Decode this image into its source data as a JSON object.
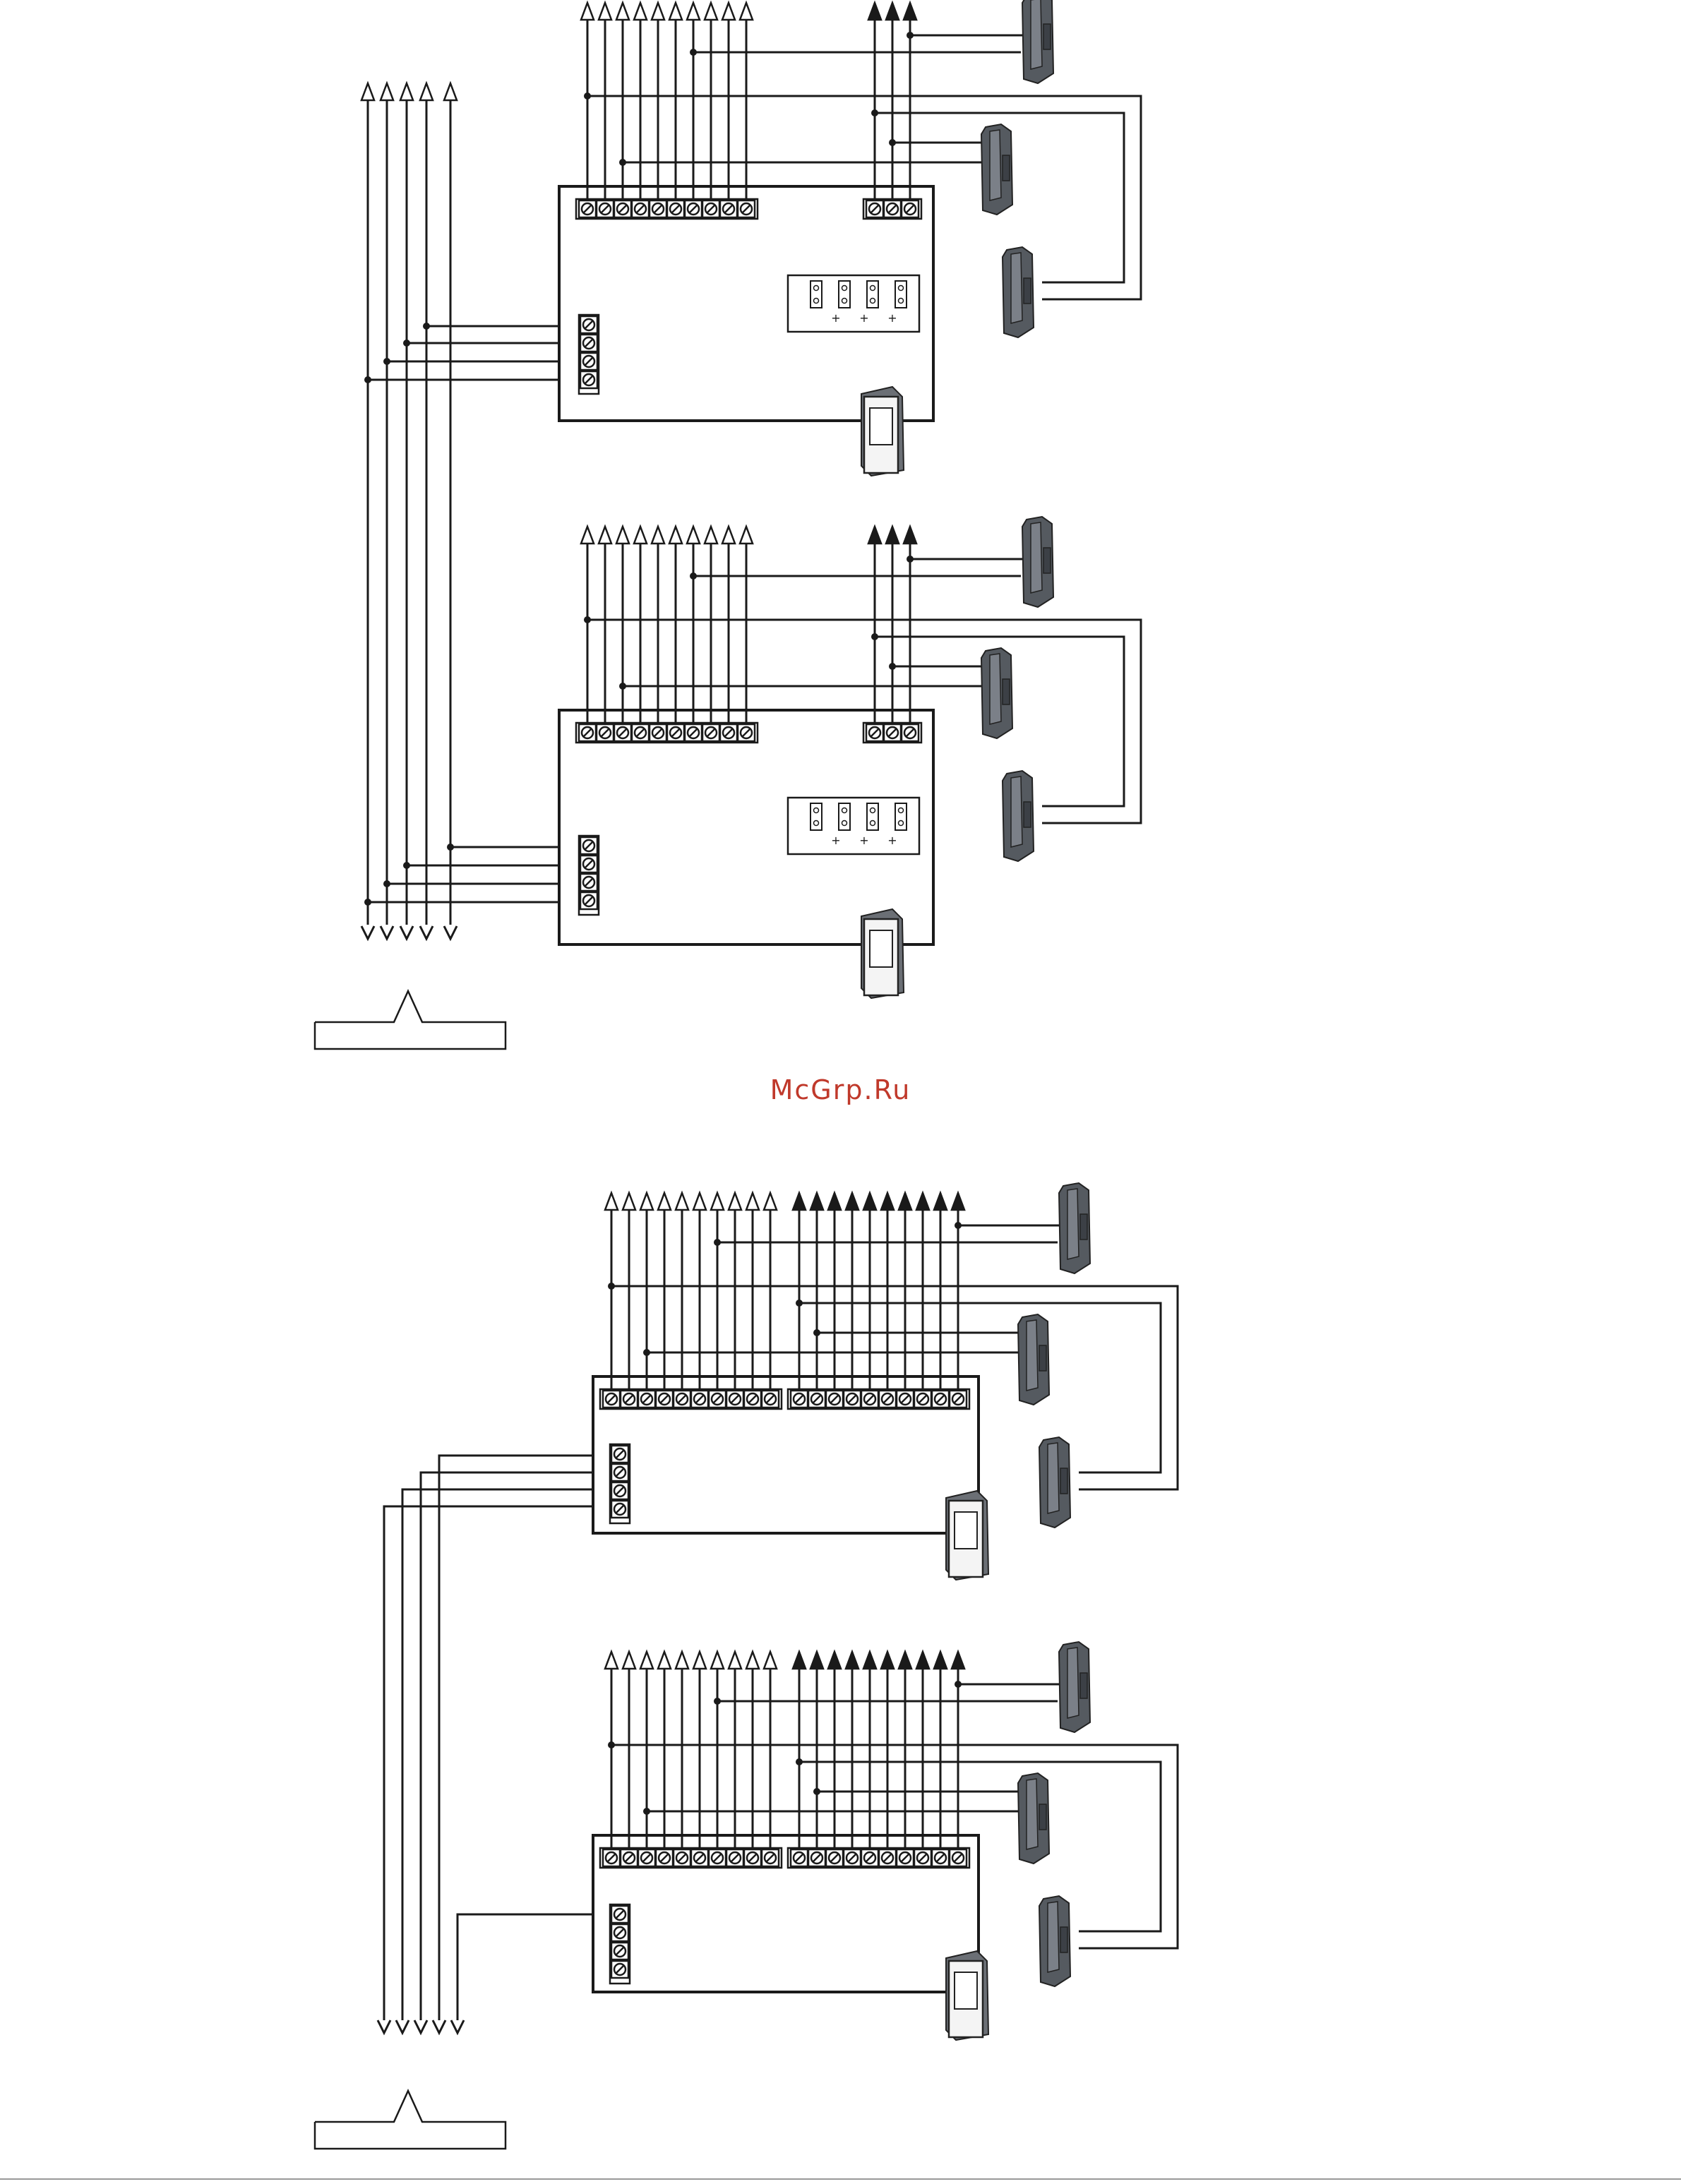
{
  "watermark": {
    "text": "McGrp.Ru",
    "color": "#c0392b"
  },
  "colors": {
    "line": "#1a1a1a",
    "handset": "#555a60",
    "bottom_rule": "#999999"
  },
  "icons": {
    "handset": "intercom-handset-icon",
    "monitor": "video-monitor-icon",
    "power_block": "power-supply-block",
    "terminal": "screw-terminal-icon",
    "input_arrow": "open-arrow-icon",
    "output_arrow": "filled-arrow-icon"
  },
  "diagrams": [
    {
      "id": "scheme-1",
      "units": 2,
      "open_terminals": 10,
      "filled_terminals": 3,
      "side_terminals": 4,
      "dip_switches": 4,
      "dip_marks": [
        "+",
        "+",
        "+"
      ],
      "handsets_per_unit": 3
    },
    {
      "id": "scheme-2",
      "units": 2,
      "open_terminals": 10,
      "filled_terminals": 10,
      "side_terminals": 4,
      "dip_switches": 0,
      "dip_marks": [],
      "handsets_per_unit": 3
    }
  ]
}
